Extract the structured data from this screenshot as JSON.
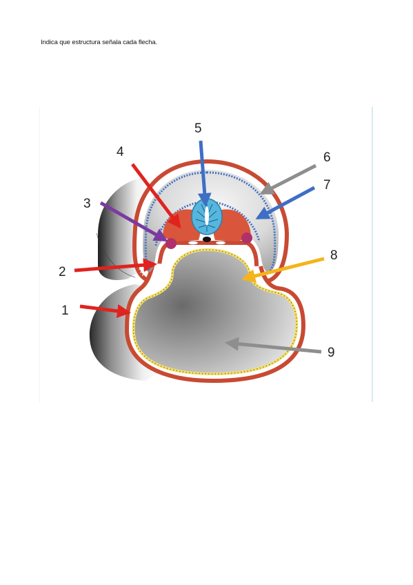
{
  "instruction": "Indica que estructura señala cada flecha.",
  "labels": [
    "1",
    "2",
    "3",
    "4",
    "5",
    "6",
    "7",
    "8",
    "9"
  ],
  "colors": {
    "arrow_red": "#e0231f",
    "arrow_purple": "#7a3aa0",
    "arrow_blue": "#3f6fc4",
    "arrow_gray": "#8e8e8e",
    "arrow_yellow": "#f4b41a",
    "ectoderm": "#c84a33",
    "endoderm_yellow": "#f3df6e",
    "neural_tube": "#56b6dd",
    "mesoderm_orange": "#d9553b",
    "cavity_gray": "#9a9a9a"
  }
}
